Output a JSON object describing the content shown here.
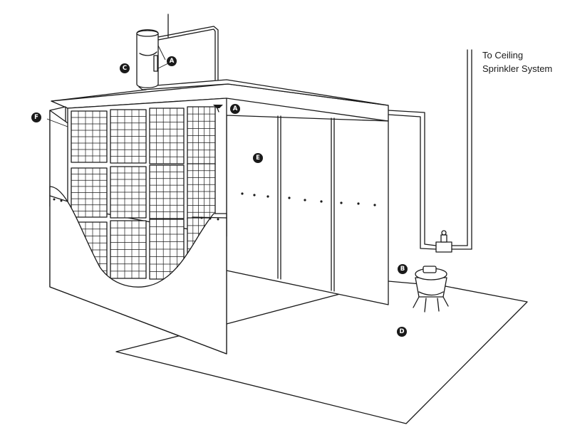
{
  "diagram": {
    "labels": {
      "ceiling_note_line1": "To Ceiling",
      "ceiling_note_line2": "Sprinkler System"
    },
    "callouts": [
      {
        "id": "A",
        "letter": "A"
      },
      {
        "id": "A2",
        "letter": "A"
      },
      {
        "id": "B",
        "letter": "B"
      },
      {
        "id": "C",
        "letter": "C"
      },
      {
        "id": "D",
        "letter": "D"
      },
      {
        "id": "E",
        "letter": "E"
      },
      {
        "id": "F",
        "letter": "F"
      }
    ]
  }
}
